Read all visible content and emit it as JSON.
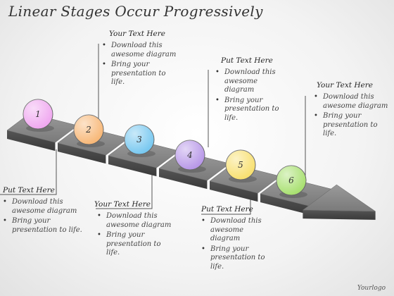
{
  "title": "Linear Stages Occur Progressively",
  "footer": "Yourlogo",
  "stages": [
    {
      "number": "1",
      "color": "#f0a8f0"
    },
    {
      "number": "2",
      "color": "#f8b878"
    },
    {
      "number": "3",
      "color": "#78c8f0"
    },
    {
      "number": "4",
      "color": "#b898e8"
    },
    {
      "number": "5",
      "color": "#f8e070"
    },
    {
      "number": "6",
      "color": "#a8e070"
    }
  ],
  "text_boxes": [
    {
      "id": "b1",
      "title": "Put Text Here",
      "bullets": [
        "Download this awesome diagram",
        "Bring your presentation to life."
      ]
    },
    {
      "id": "b2",
      "title": "Your Text Here",
      "bullets": [
        "Download this awesome diagram",
        "Bring your presentation to life."
      ]
    },
    {
      "id": "b3",
      "title": "Your Text Here",
      "bullets": [
        "Download this awesome diagram",
        "Bring your presentation to life."
      ]
    },
    {
      "id": "b4",
      "title": "Put Text Here",
      "bullets": [
        "Download this awesome diagram",
        "Bring your presentation to life."
      ]
    },
    {
      "id": "b5",
      "title": "Put Text Here",
      "bullets": [
        "Download this awesome diagram",
        "Bring your presentation to life."
      ]
    },
    {
      "id": "b6",
      "title": "Your Text Here",
      "bullets": [
        "Download this awesome diagram",
        "Bring your presentation to life."
      ]
    }
  ]
}
